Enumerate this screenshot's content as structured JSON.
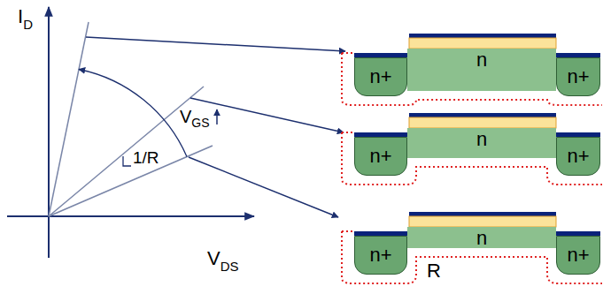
{
  "diagram": {
    "nodes": [
      {
        "text": [
          "n"
        ]
      },
      {
        "text": [
          "n+"
        ],
        "in": 0
      },
      {
        "text": [
          "n+"
        ],
        "in": 0
      },
      {
        "text": [
          "n"
        ]
      },
      {
        "text": [
          "n+"
        ],
        "in": 3
      },
      {
        "text": [
          "n+"
        ],
        "in": 3
      },
      {
        "text": [
          "n"
        ]
      },
      {
        "text": [
          "n+"
        ],
        "in": 6
      },
      {
        "text": [
          "n+"
        ],
        "in": 6
      }
    ],
    "labels": [
      "I",
      "D",
      "V",
      "DS",
      "V",
      "GS",
      "1/R",
      "R"
    ]
  }
}
